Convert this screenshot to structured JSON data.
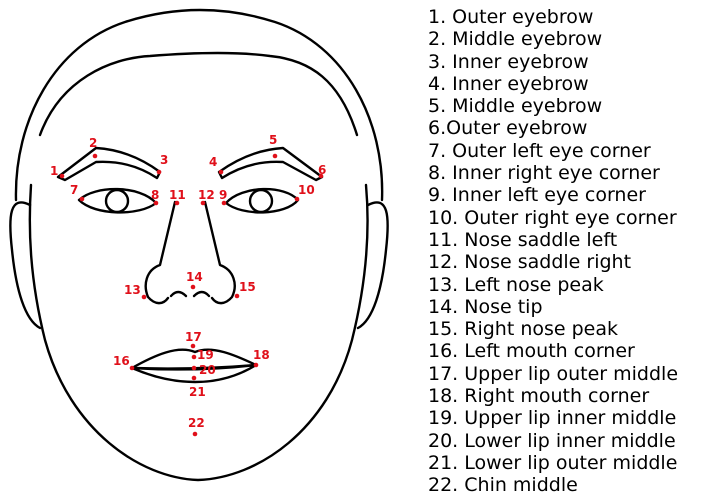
{
  "colors": {
    "outline": "#000000",
    "landmark": "#e0101a",
    "background": "#ffffff"
  },
  "landmarks": [
    {
      "number": "1",
      "name": "Outer eyebrow"
    },
    {
      "number": "2",
      "name": "Middle eyebrow"
    },
    {
      "number": "3",
      "name": "Inner eyebrow"
    },
    {
      "number": "4",
      "name": "Inner eyebrow"
    },
    {
      "number": "5",
      "name": "Middle eyebrow"
    },
    {
      "number": "6",
      "name": "Outer eyebrow"
    },
    {
      "number": "7",
      "name": "Outer left eye corner"
    },
    {
      "number": "8",
      "name": "Inner right eye corner"
    },
    {
      "number": "9",
      "name": "Inner left eye corner"
    },
    {
      "number": "10",
      "name": "Outer right eye corner"
    },
    {
      "number": "11",
      "name": "Nose saddle left"
    },
    {
      "number": "12",
      "name": "Nose saddle right"
    },
    {
      "number": "13",
      "name": "Left nose peak"
    },
    {
      "number": "14",
      "name": "Nose tip"
    },
    {
      "number": "15",
      "name": "Right nose peak"
    },
    {
      "number": "16",
      "name": "Left mouth corner"
    },
    {
      "number": "17",
      "name": "Upper lip outer middle"
    },
    {
      "number": "18",
      "name": "Right mouth corner"
    },
    {
      "number": "19",
      "name": "Upper lip inner middle"
    },
    {
      "number": "20",
      "name": "Lower lip inner middle"
    },
    {
      "number": "21",
      "name": "Lower lip outer middle"
    },
    {
      "number": "22",
      "name": "Chin middle"
    }
  ],
  "legend": [
    "1. Outer eyebrow",
    "2. Middle eyebrow",
    "3. Inner eyebrow",
    "4. Inner eyebrow",
    "5. Middle eyebrow",
    "6.Outer eyebrow",
    "7. Outer left eye corner",
    "8. Inner right eye corner",
    "9. Inner left eye corner",
    "10. Outer right eye corner",
    "11. Nose saddle left",
    "12. Nose saddle right",
    "13. Left nose peak",
    "14. Nose tip",
    "15. Right nose peak",
    "16. Left mouth corner",
    "17. Upper lip outer middle",
    "18. Right mouth corner",
    "19. Upper lip inner middle",
    "20. Lower lip inner middle",
    "21. Lower lip outer middle",
    "22. Chin middle"
  ]
}
